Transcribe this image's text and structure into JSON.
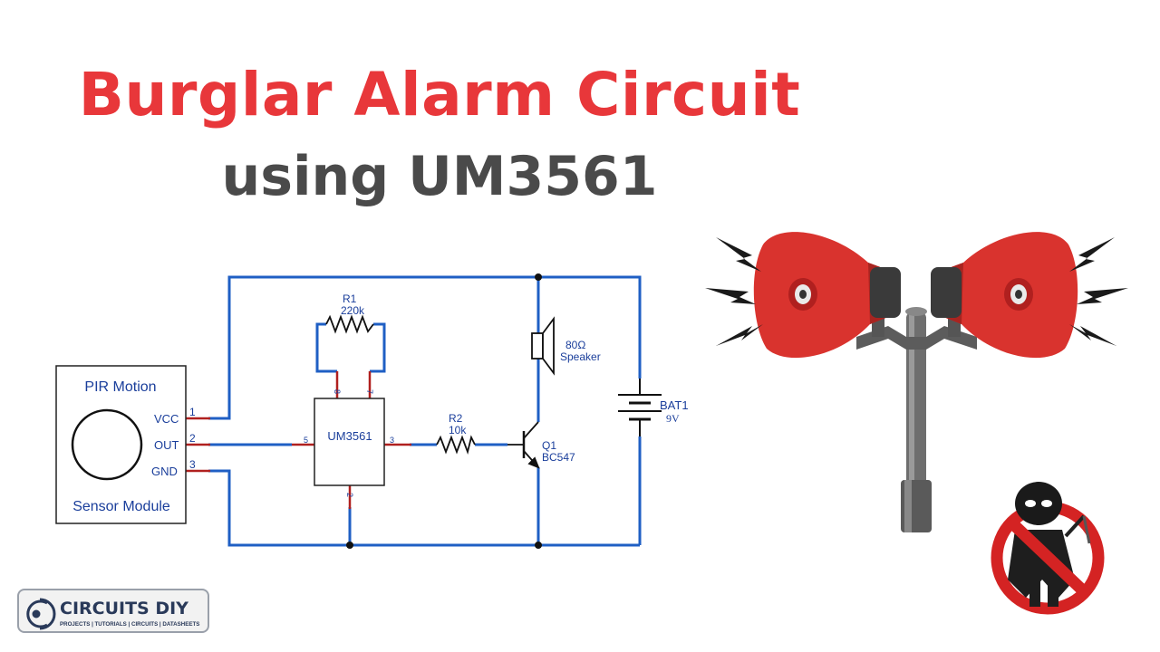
{
  "title": {
    "main": "Burglar Alarm Circuit",
    "sub": "using UM3561"
  },
  "colors": {
    "title_main": "#e8373a",
    "title_sub": "#4a4a4a",
    "wire": "#1f5fc4",
    "pin": "#b0201f",
    "label": "#1a3e9b",
    "horn": "#d9332e"
  },
  "pir": {
    "title": "PIR Motion",
    "subtitle": "Sensor Module",
    "pins": [
      {
        "name": "VCC",
        "num": "1"
      },
      {
        "name": "OUT",
        "num": "2"
      },
      {
        "name": "GND",
        "num": "3"
      }
    ]
  },
  "ic": {
    "name": "UM3561",
    "pins": {
      "p8": "8",
      "p7": "7",
      "p5": "5",
      "p3": "3",
      "p2": "2"
    }
  },
  "r1": {
    "ref": "R1",
    "value": "220k"
  },
  "r2": {
    "ref": "R2",
    "value": "10k"
  },
  "speaker": {
    "value": "80Ω",
    "label": "Speaker"
  },
  "q1": {
    "ref": "Q1",
    "part": "BC547"
  },
  "bat": {
    "ref": "BAT1",
    "value": "9V"
  },
  "logo": {
    "name": "CIRCUITS DIY",
    "tagline": "PROJECTS | TUTORIALS | CIRCUITS | DATASHEETS"
  },
  "icons": {
    "horn": "alarm-horn-icon",
    "thief": "no-burglar-icon"
  }
}
